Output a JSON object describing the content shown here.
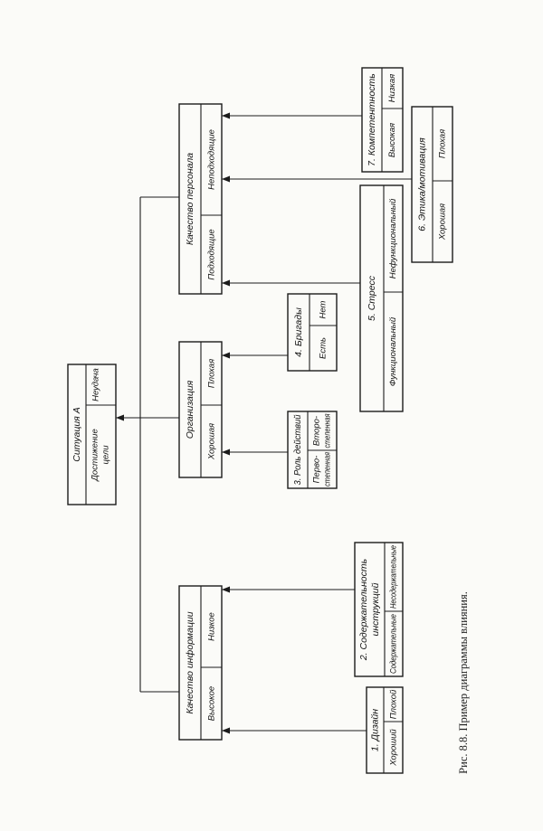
{
  "root": {
    "title": "Ситуация А",
    "states": [
      [
        "Достижение",
        "цели"
      ],
      [
        "Неудача"
      ]
    ]
  },
  "nodes": {
    "staff_quality": {
      "title": "Качество персонала",
      "states": [
        "Подходящие",
        "Неподходящие"
      ]
    },
    "organization": {
      "title": "Организация",
      "states": [
        "Хорошая",
        "Плохая"
      ]
    },
    "info_quality": {
      "title": "Качество информации",
      "states": [
        "Высокое",
        "Низкое"
      ]
    }
  },
  "factors": {
    "design": {
      "title": "1. Дизайн",
      "states": [
        "Хороший",
        "Плохой"
      ]
    },
    "instructions": {
      "title": [
        "2. Содержательность",
        "инструкций"
      ],
      "states": [
        "Содержательные",
        "Несодержательные"
      ]
    },
    "role": {
      "title": "3. Роль действий",
      "states": [
        [
          "Перво-",
          "степенная"
        ],
        [
          "Второ-",
          "степенная"
        ]
      ]
    },
    "teams": {
      "title": "4. Бригады",
      "states": [
        "Есть",
        "Нет"
      ]
    },
    "stress": {
      "title": "5. Стресс",
      "states": [
        "Функциональный",
        "Нефункциональный"
      ]
    },
    "ethics": {
      "title": "6. Этика/мотивация",
      "states": [
        "Хорошая",
        "Плохая"
      ]
    },
    "competence": {
      "title": "7. Компетентность",
      "states": [
        "Высокая",
        "Низкая"
      ]
    }
  },
  "caption": "Рис. 8.8. Пример диаграммы влияния."
}
